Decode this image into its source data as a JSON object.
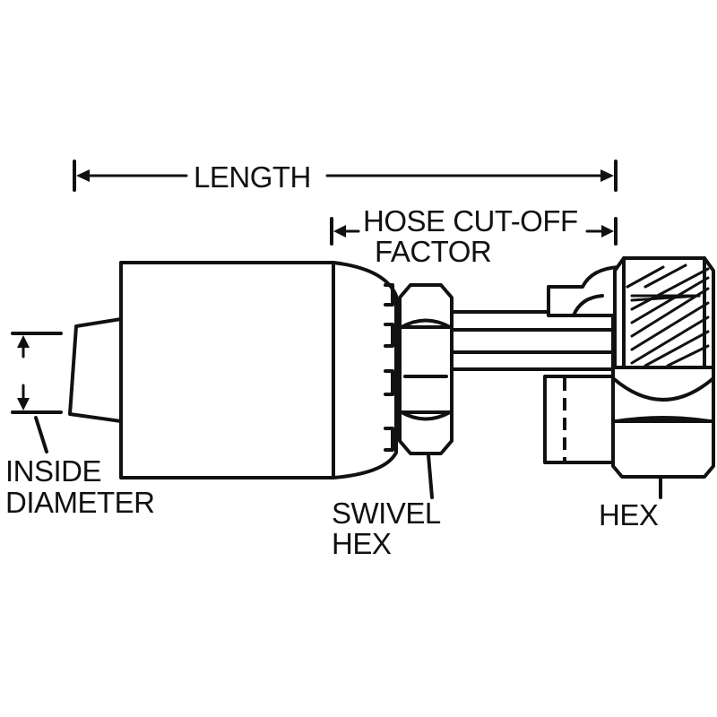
{
  "labels": {
    "length": "LENGTH",
    "hose_cutoff_line1": "HOSE CUT-OFF",
    "hose_cutoff_line2": "FACTOR",
    "inside_diameter_line1": "INSIDE",
    "inside_diameter_line2": "DIAMETER",
    "swivel_hex_line1": "SWIVEL",
    "swivel_hex_line2": "HEX",
    "hex": "HEX"
  },
  "colors": {
    "ink": "#111111",
    "background": "#ffffff"
  }
}
